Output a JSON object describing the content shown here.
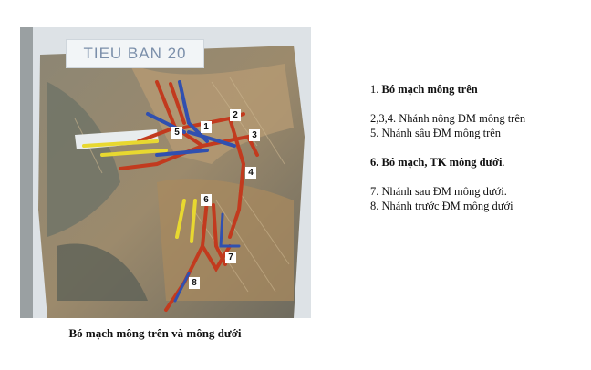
{
  "photo": {
    "label_card": "TIEU BAN 20",
    "tags": [
      "1",
      "2",
      "3",
      "4",
      "5",
      "6",
      "7",
      "8"
    ]
  },
  "caption": "Bó mạch mông trên và mông dưới",
  "legend": {
    "item1_num": "1.",
    "item1_text": "Bó mạch mông trên",
    "item2": "2,3,4. Nhánh nông ĐM mông trên",
    "item3": "5. Nhánh sâu ĐM mông trên",
    "item4_text": "6. Bó mạch, TK mông dưới",
    "item4_suffix": ".",
    "item5": "7. Nhánh sau ĐM mông dưới.",
    "item6": "8. Nhánh trước ĐM mông dưới"
  },
  "colors": {
    "artery": "#c23a1e",
    "vein": "#3050b0",
    "nerve": "#e8d830",
    "tissue": "#a08a68"
  }
}
